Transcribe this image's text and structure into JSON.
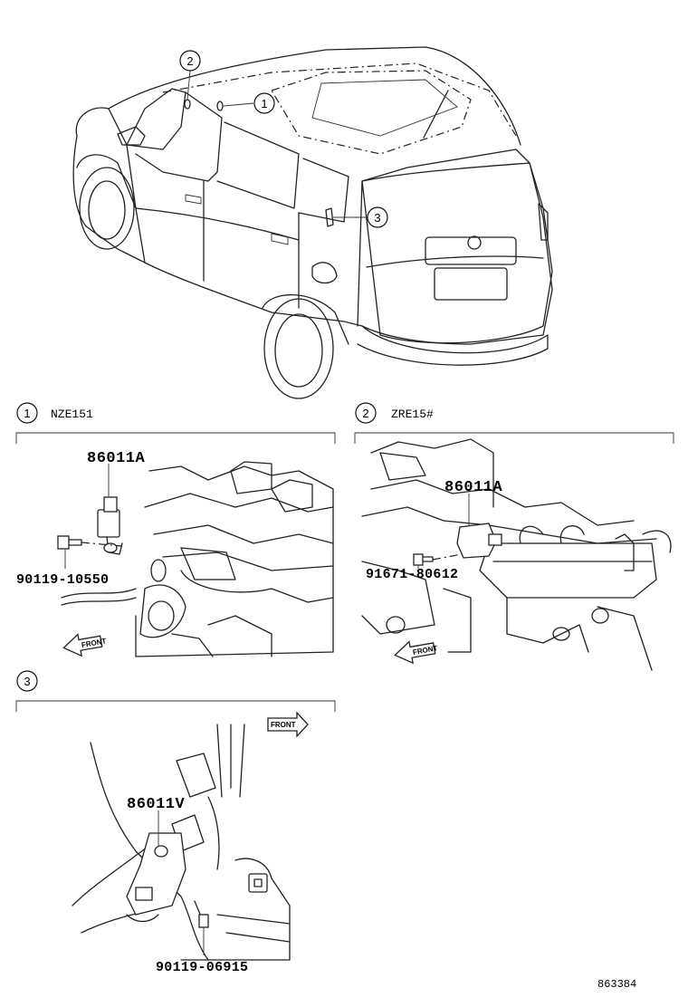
{
  "callouts": {
    "c1": "1",
    "c2": "2",
    "c3": "3"
  },
  "sections": {
    "s1": {
      "num": "1",
      "model": "NZE151",
      "part_label": "86011A",
      "bolt": "90119-10550",
      "front": "FRONT"
    },
    "s2": {
      "num": "2",
      "model": "ZRE15#",
      "part_label": "86011A",
      "bolt": "91671-80612",
      "front": "FRONT"
    },
    "s3": {
      "num": "3",
      "part_label": "86011V",
      "bolt": "90119-06915",
      "front": "FRONT"
    }
  },
  "figure_id": "863384"
}
